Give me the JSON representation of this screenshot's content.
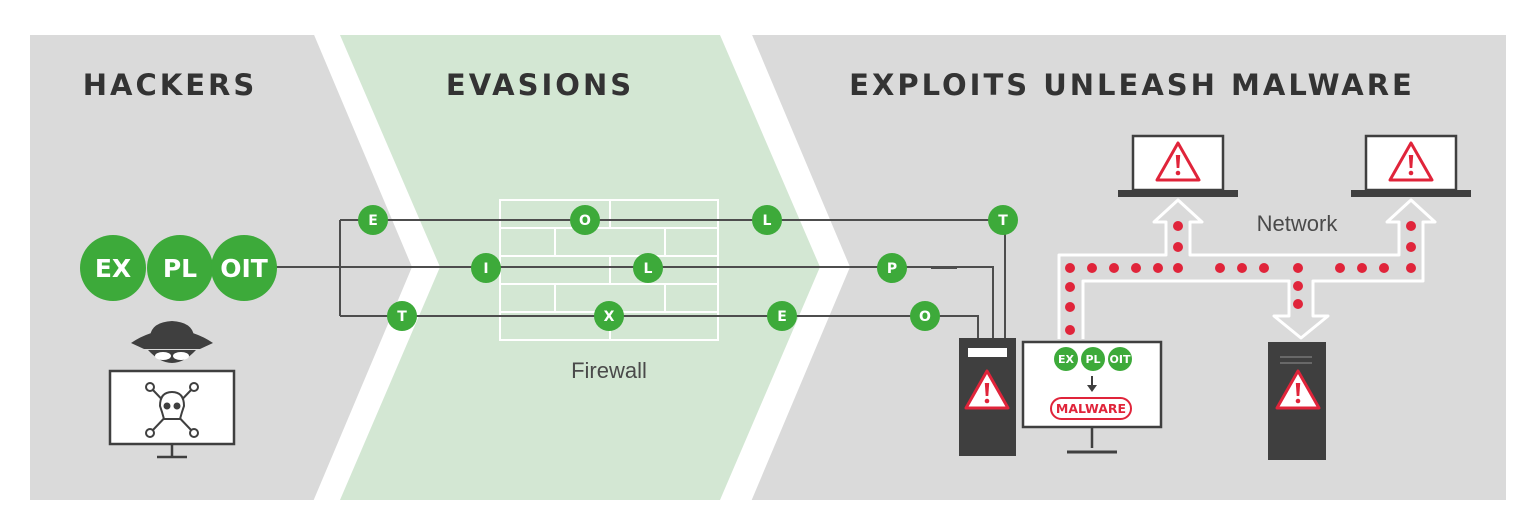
{
  "sections": {
    "hackers": "HACKERS",
    "evasions": "EVASIONS",
    "exploits": "EXPLOITS UNLEASH MALWARE"
  },
  "exploit_word": [
    "EX",
    "PL",
    "OIT"
  ],
  "firewall_label": "Firewall",
  "network_label": "Network",
  "malware_label": "MALWARE",
  "packets": {
    "top": [
      "E",
      "O",
      "L",
      "T"
    ],
    "middle": [
      "I",
      "L",
      "P"
    ],
    "bottom": [
      "T",
      "X",
      "E",
      "O"
    ]
  },
  "icons": [
    "hacker-icon",
    "skull-crossbones-icon",
    "brick-wall-icon",
    "server-icon",
    "laptop-icon",
    "monitor-icon",
    "warning-icon"
  ],
  "colors": {
    "background": "#dadada",
    "evasions_band": "#d3e7d3",
    "packet_green": "#3daa3a",
    "alert_red": "#e0243a",
    "device_dark": "#3f3f3f"
  }
}
